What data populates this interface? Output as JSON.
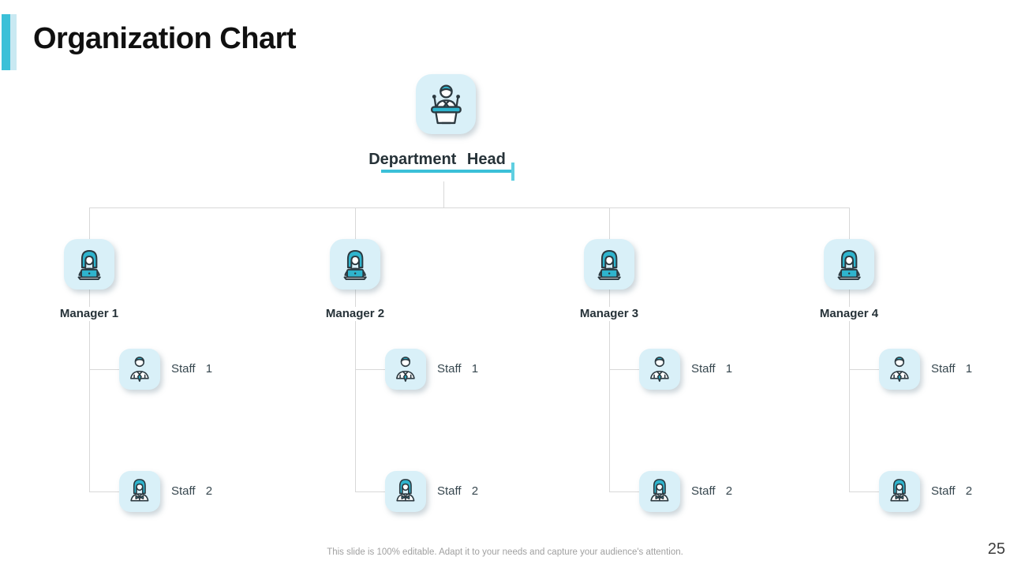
{
  "slide": {
    "title": "Organization Chart",
    "footer": "This slide is 100% editable. Adapt it to your needs and capture your audience's attention.",
    "page_number": "25"
  },
  "org": {
    "root": {
      "label": "Department Head",
      "icon": "podium-speaker-icon"
    },
    "managers": [
      {
        "label": "Manager 1",
        "icon": "woman-laptop-icon",
        "staff": [
          {
            "label": "Staff 1",
            "icon": "man-tie-icon"
          },
          {
            "label": "Staff 2",
            "icon": "woman-scarf-icon"
          }
        ]
      },
      {
        "label": "Manager 2",
        "icon": "woman-laptop-icon",
        "staff": [
          {
            "label": "Staff 1",
            "icon": "man-tie-icon"
          },
          {
            "label": "Staff 2",
            "icon": "woman-scarf-icon"
          }
        ]
      },
      {
        "label": "Manager 3",
        "icon": "woman-laptop-icon",
        "staff": [
          {
            "label": "Staff 1",
            "icon": "man-tie-icon"
          },
          {
            "label": "Staff 2",
            "icon": "woman-scarf-icon"
          }
        ]
      },
      {
        "label": "Manager 4",
        "icon": "woman-laptop-icon",
        "staff": [
          {
            "label": "Staff 1",
            "icon": "man-tie-icon"
          },
          {
            "label": "Staff 2",
            "icon": "woman-scarf-icon"
          }
        ]
      }
    ]
  },
  "colors": {
    "accent_cyan": "#3bc0d8",
    "accent_cyan_light": "#c9e9f2",
    "icon_bg": "#d9f0f8",
    "icon_cyan": "#2fb4cd",
    "icon_outline": "#2c3940",
    "connector_gray": "#d8d8d8",
    "text_dark": "#263238",
    "footer_gray": "#a0a0a0"
  }
}
